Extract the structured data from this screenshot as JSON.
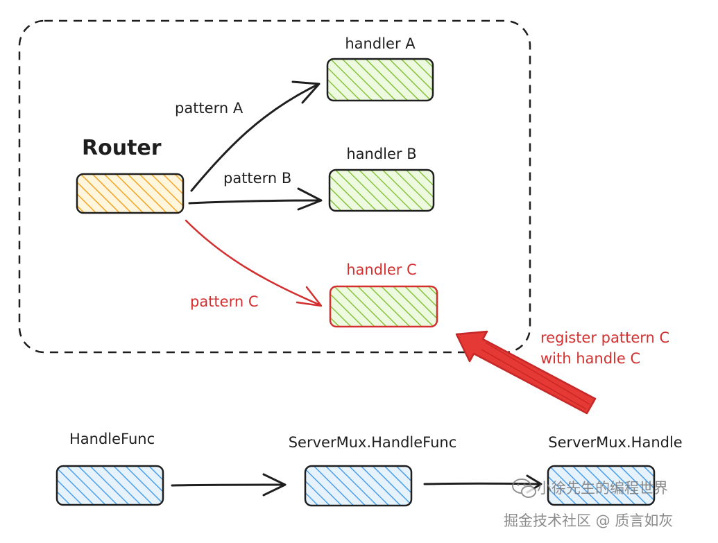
{
  "colors": {
    "black": "#1e1e1e",
    "red": "#d32f2f",
    "orange_fill": "#fbc14a",
    "green_fill": "#a8d86a",
    "blue_fill": "#8ec4ee",
    "watermark": "#777777"
  },
  "router": {
    "title": "Router"
  },
  "handlers": [
    {
      "label": "handler A"
    },
    {
      "label": "handler B"
    },
    {
      "label": "handler C"
    }
  ],
  "patterns": [
    {
      "label": "pattern A"
    },
    {
      "label": "pattern B"
    },
    {
      "label": "pattern C"
    }
  ],
  "register_note": {
    "line1": "register pattern C",
    "line2": "with handle C"
  },
  "chain": [
    {
      "label": "HandleFunc"
    },
    {
      "label": "ServerMux.HandleFunc"
    },
    {
      "label": "ServerMux.Handle"
    }
  ],
  "watermarks": {
    "account": "小徐先生的编程世界",
    "site": "掘金技术社区 @ 质言如灰",
    "account_icon": "wechat-icon"
  }
}
